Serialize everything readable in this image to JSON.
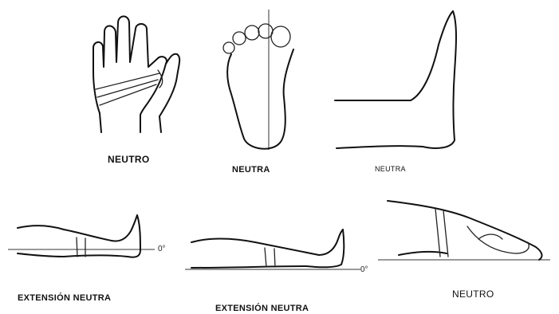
{
  "labels": {
    "hand": "NEUTRO",
    "foot": "NEUTRA",
    "ankle": "NEUTRA",
    "knee": "EXTENSIÓN NEUTRA",
    "hip": "EXTENSIÓN NEUTRA",
    "supine": "NEUTRO"
  },
  "degree_marks": {
    "knee": "0°",
    "hip": "0°"
  },
  "colors": {
    "ink": "#111111",
    "background": "#ffffff"
  }
}
